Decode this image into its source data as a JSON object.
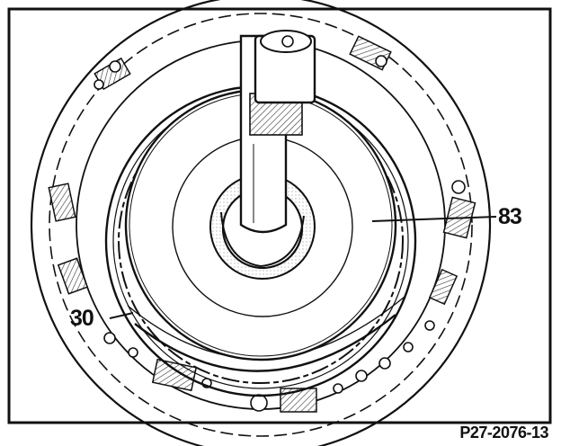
{
  "diagram": {
    "callouts": [
      {
        "id": "83",
        "label": "83"
      },
      {
        "id": "30",
        "label": "30"
      }
    ],
    "figure_code": "P27-2076-13"
  },
  "colors": {
    "ink": "#111111",
    "paper": "#ffffff",
    "shade": "#d9d9d9"
  }
}
